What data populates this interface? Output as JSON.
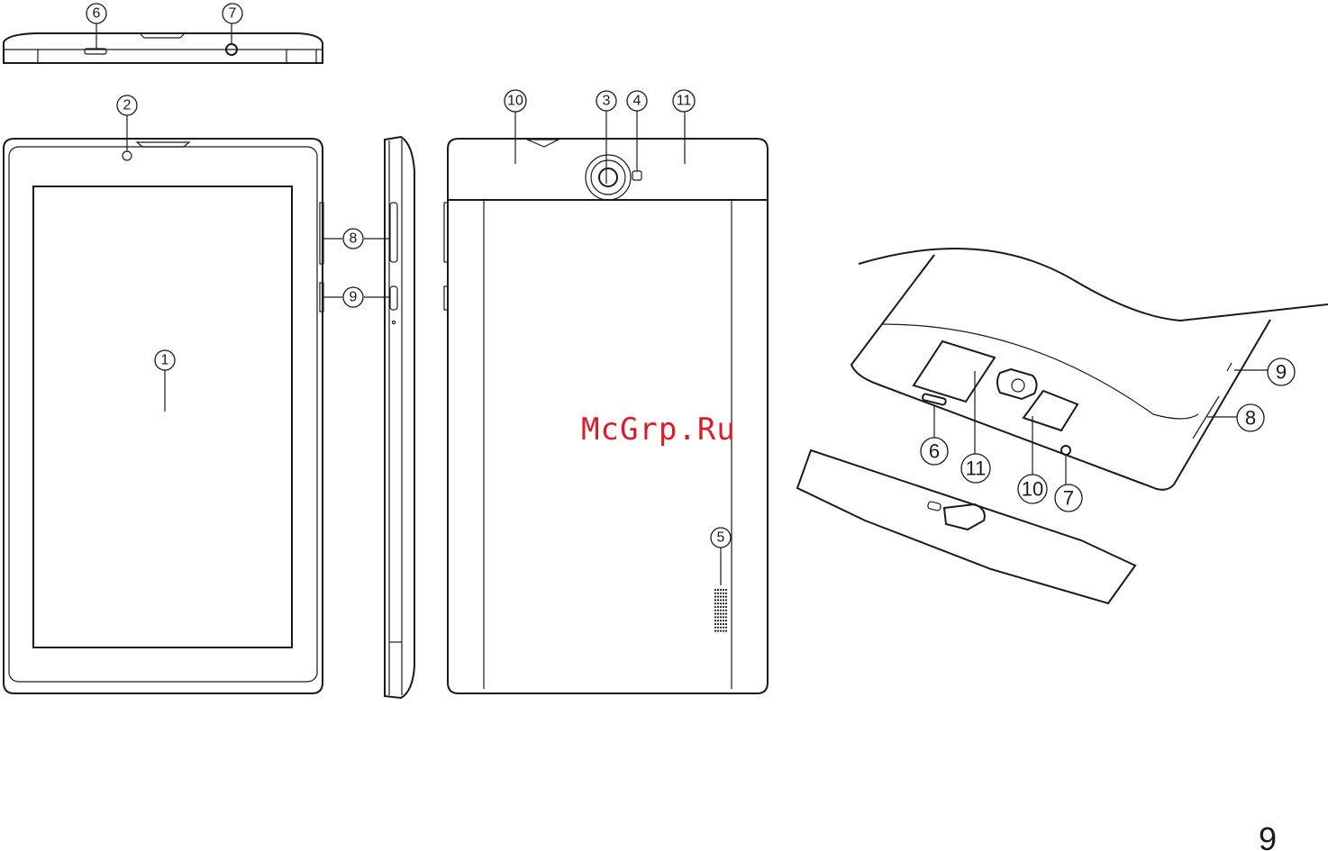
{
  "watermark": "McGrp.Ru",
  "page_number": "9",
  "callouts": {
    "c1": "1",
    "c2": "2",
    "c3": "3",
    "c4": "4",
    "c5": "5",
    "c6_top": "6",
    "c7_top": "7",
    "c8_side": "8",
    "c9_side": "9",
    "c10_back": "10",
    "c11_back": "11",
    "c6_persp": "6",
    "c7_persp": "7",
    "c8_persp": "8",
    "c9_persp": "9",
    "c10_persp": "10",
    "c11_persp": "11"
  }
}
